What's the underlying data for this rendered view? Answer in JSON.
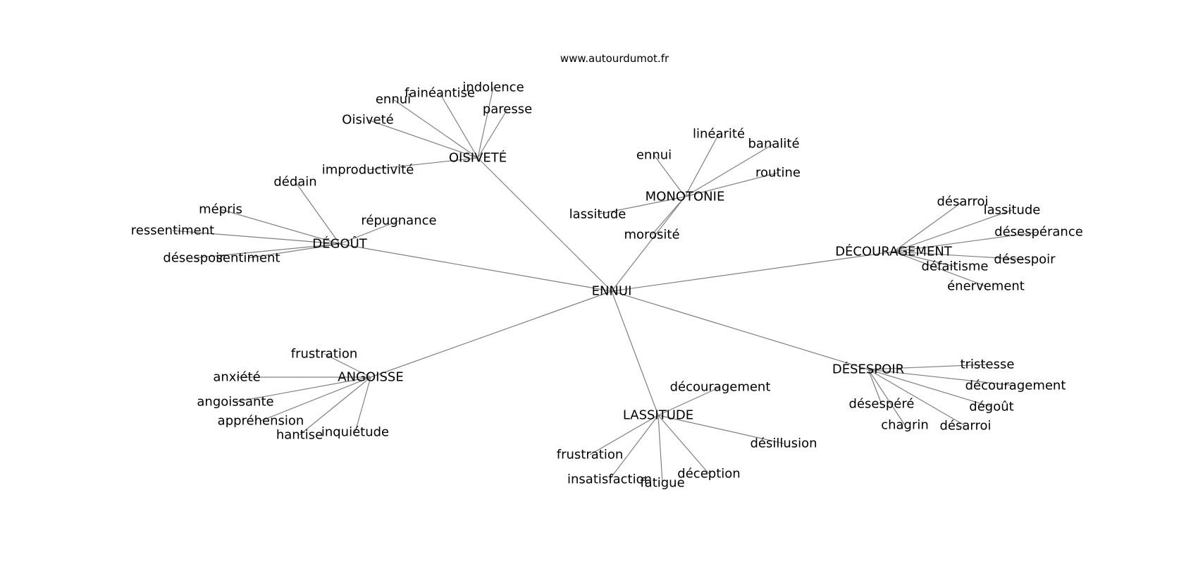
{
  "site_label": "www.autourdumot.fr",
  "colors": {
    "edge": "#808080",
    "text": "#000000",
    "background": "#ffffff"
  },
  "center": "ENNUI",
  "clusters": [
    {
      "hub": "OISIVETÉ",
      "words": [
        "indolence",
        "fainéantise",
        "ennui",
        "paresse",
        "Oisiveté",
        "improductivité"
      ]
    },
    {
      "hub": "MONOTONIE",
      "words": [
        "linéarité",
        "banalité",
        "ennui",
        "routine",
        "lassitude",
        "morosité"
      ]
    },
    {
      "hub": "DÉGOÛT",
      "words": [
        "dédain",
        "répugnance",
        "mépris",
        "ressentiment",
        "sentiment",
        "désespoir"
      ]
    },
    {
      "hub": "DÉCOURAGEMENT",
      "words": [
        "désarroi",
        "lassitude",
        "désespérance",
        "désespoir",
        "défaitisme",
        "énervement"
      ]
    },
    {
      "hub": "ANGOISSE",
      "words": [
        "frustration",
        "anxiété",
        "angoissante",
        "appréhension",
        "hantise",
        "inquiétude"
      ]
    },
    {
      "hub": "LASSITUDE",
      "words": [
        "découragement",
        "désillusion",
        "déception",
        "fatigue",
        "insatisfaction",
        "frustration"
      ]
    },
    {
      "hub": "DÉSESPOIR",
      "words": [
        "tristesse",
        "découragement",
        "dégoût",
        "désarroi",
        "chagrin",
        "désespéré"
      ]
    }
  ]
}
